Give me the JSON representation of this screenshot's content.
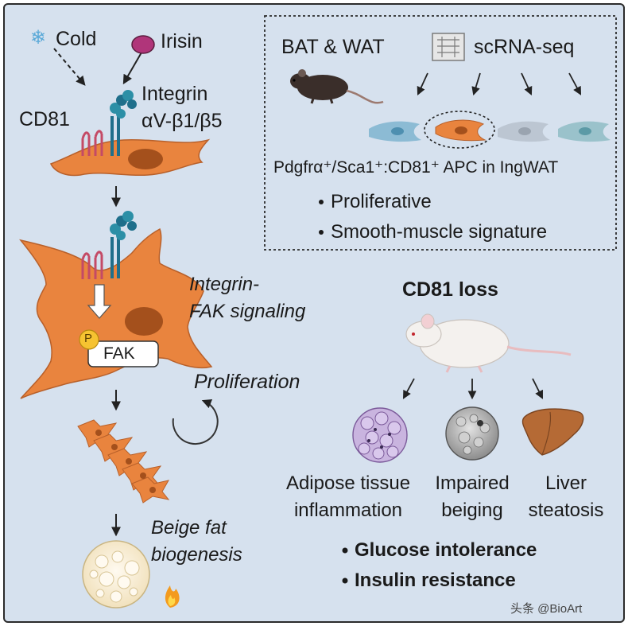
{
  "stimuli": {
    "cold": "Cold",
    "irisin": "Irisin"
  },
  "receptor": {
    "cd81": "CD81",
    "integrin_line1": "Integrin",
    "integrin_line2": "αV-β1/β5"
  },
  "signaling": {
    "line1": "Integrin-",
    "line2": "FAK signaling",
    "phospho": "P",
    "fak": "FAK"
  },
  "proliferation": "Proliferation",
  "beige": {
    "line1": "Beige fat",
    "line2": "biogenesis"
  },
  "inset": {
    "source": "BAT & WAT",
    "method": "scRNA-seq",
    "population": "Pdgfrα⁺/Sca1⁺:CD81⁺ APC in IngWAT",
    "features": [
      "Proliferative",
      "Smooth-muscle signature"
    ]
  },
  "loss": {
    "title": "CD81 loss",
    "outcomes": [
      {
        "line1": "Adipose tissue",
        "line2": "inflammation"
      },
      {
        "line1": "Impaired",
        "line2": "beiging"
      },
      {
        "line1": "Liver",
        "line2": "steatosis"
      }
    ],
    "metabolic": [
      "Glucose intolerance",
      "Insulin resistance"
    ]
  },
  "watermark": "头条 @BioArt",
  "colors": {
    "background": "#d6e1ee",
    "cell": "#e9843e",
    "nucleus": "#a4501c",
    "cd81": "#d9677f",
    "integrin": "#1f6f8b",
    "irisin": "#b0357a",
    "fat": "#f8efd9"
  }
}
